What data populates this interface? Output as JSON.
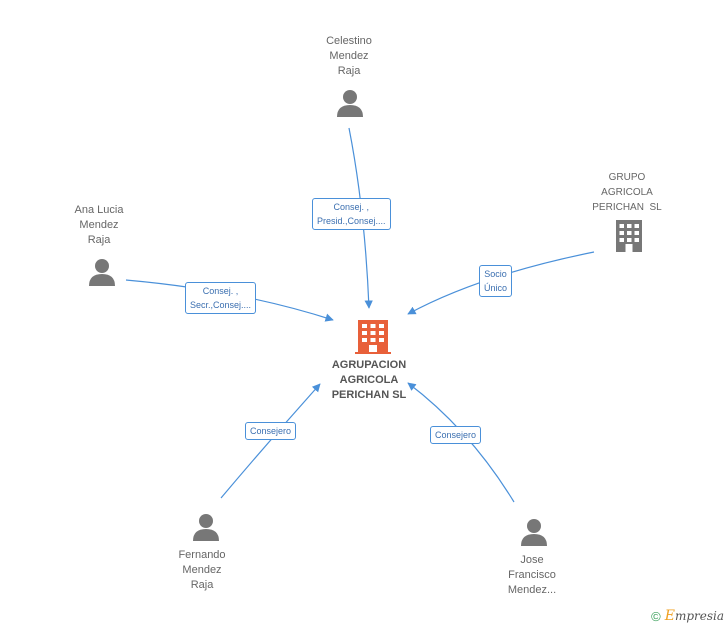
{
  "nodes": {
    "center": {
      "lines": [
        "AGRUPACION",
        "AGRICOLA",
        "PERICHAN SL"
      ],
      "icon": "building-icon",
      "color": "#e8603a"
    },
    "celestino": {
      "lines": [
        "Celestino",
        "Mendez",
        "Raja"
      ],
      "icon": "person-icon"
    },
    "ana": {
      "lines": [
        "Ana Lucia",
        "Mendez",
        "Raja"
      ],
      "icon": "person-icon"
    },
    "grupo": {
      "lines": [
        "GRUPO",
        "AGRICOLA",
        "PERICHAN  SL"
      ],
      "icon": "building-icon",
      "color": "#777777"
    },
    "fernando": {
      "lines": [
        "Fernando",
        "Mendez",
        "Raja"
      ],
      "icon": "person-icon"
    },
    "jose": {
      "lines": [
        "Jose",
        "Francisco",
        "Mendez..."
      ],
      "icon": "person-icon"
    }
  },
  "edges": {
    "celestino": {
      "lines": [
        "Consej. ,",
        "Presid.,Consej...."
      ]
    },
    "ana": {
      "lines": [
        "Consej. ,",
        "Secr.,Consej...."
      ]
    },
    "grupo": {
      "lines": [
        "Socio",
        "Único"
      ]
    },
    "fernando": {
      "lines": [
        "Consejero"
      ]
    },
    "jose": {
      "lines": [
        "Consejero"
      ]
    }
  },
  "colors": {
    "edge": "#4a90d9",
    "person": "#777777"
  },
  "footer": {
    "copyright": "©",
    "brand_initial": "E",
    "brand_rest": "mpresia"
  }
}
